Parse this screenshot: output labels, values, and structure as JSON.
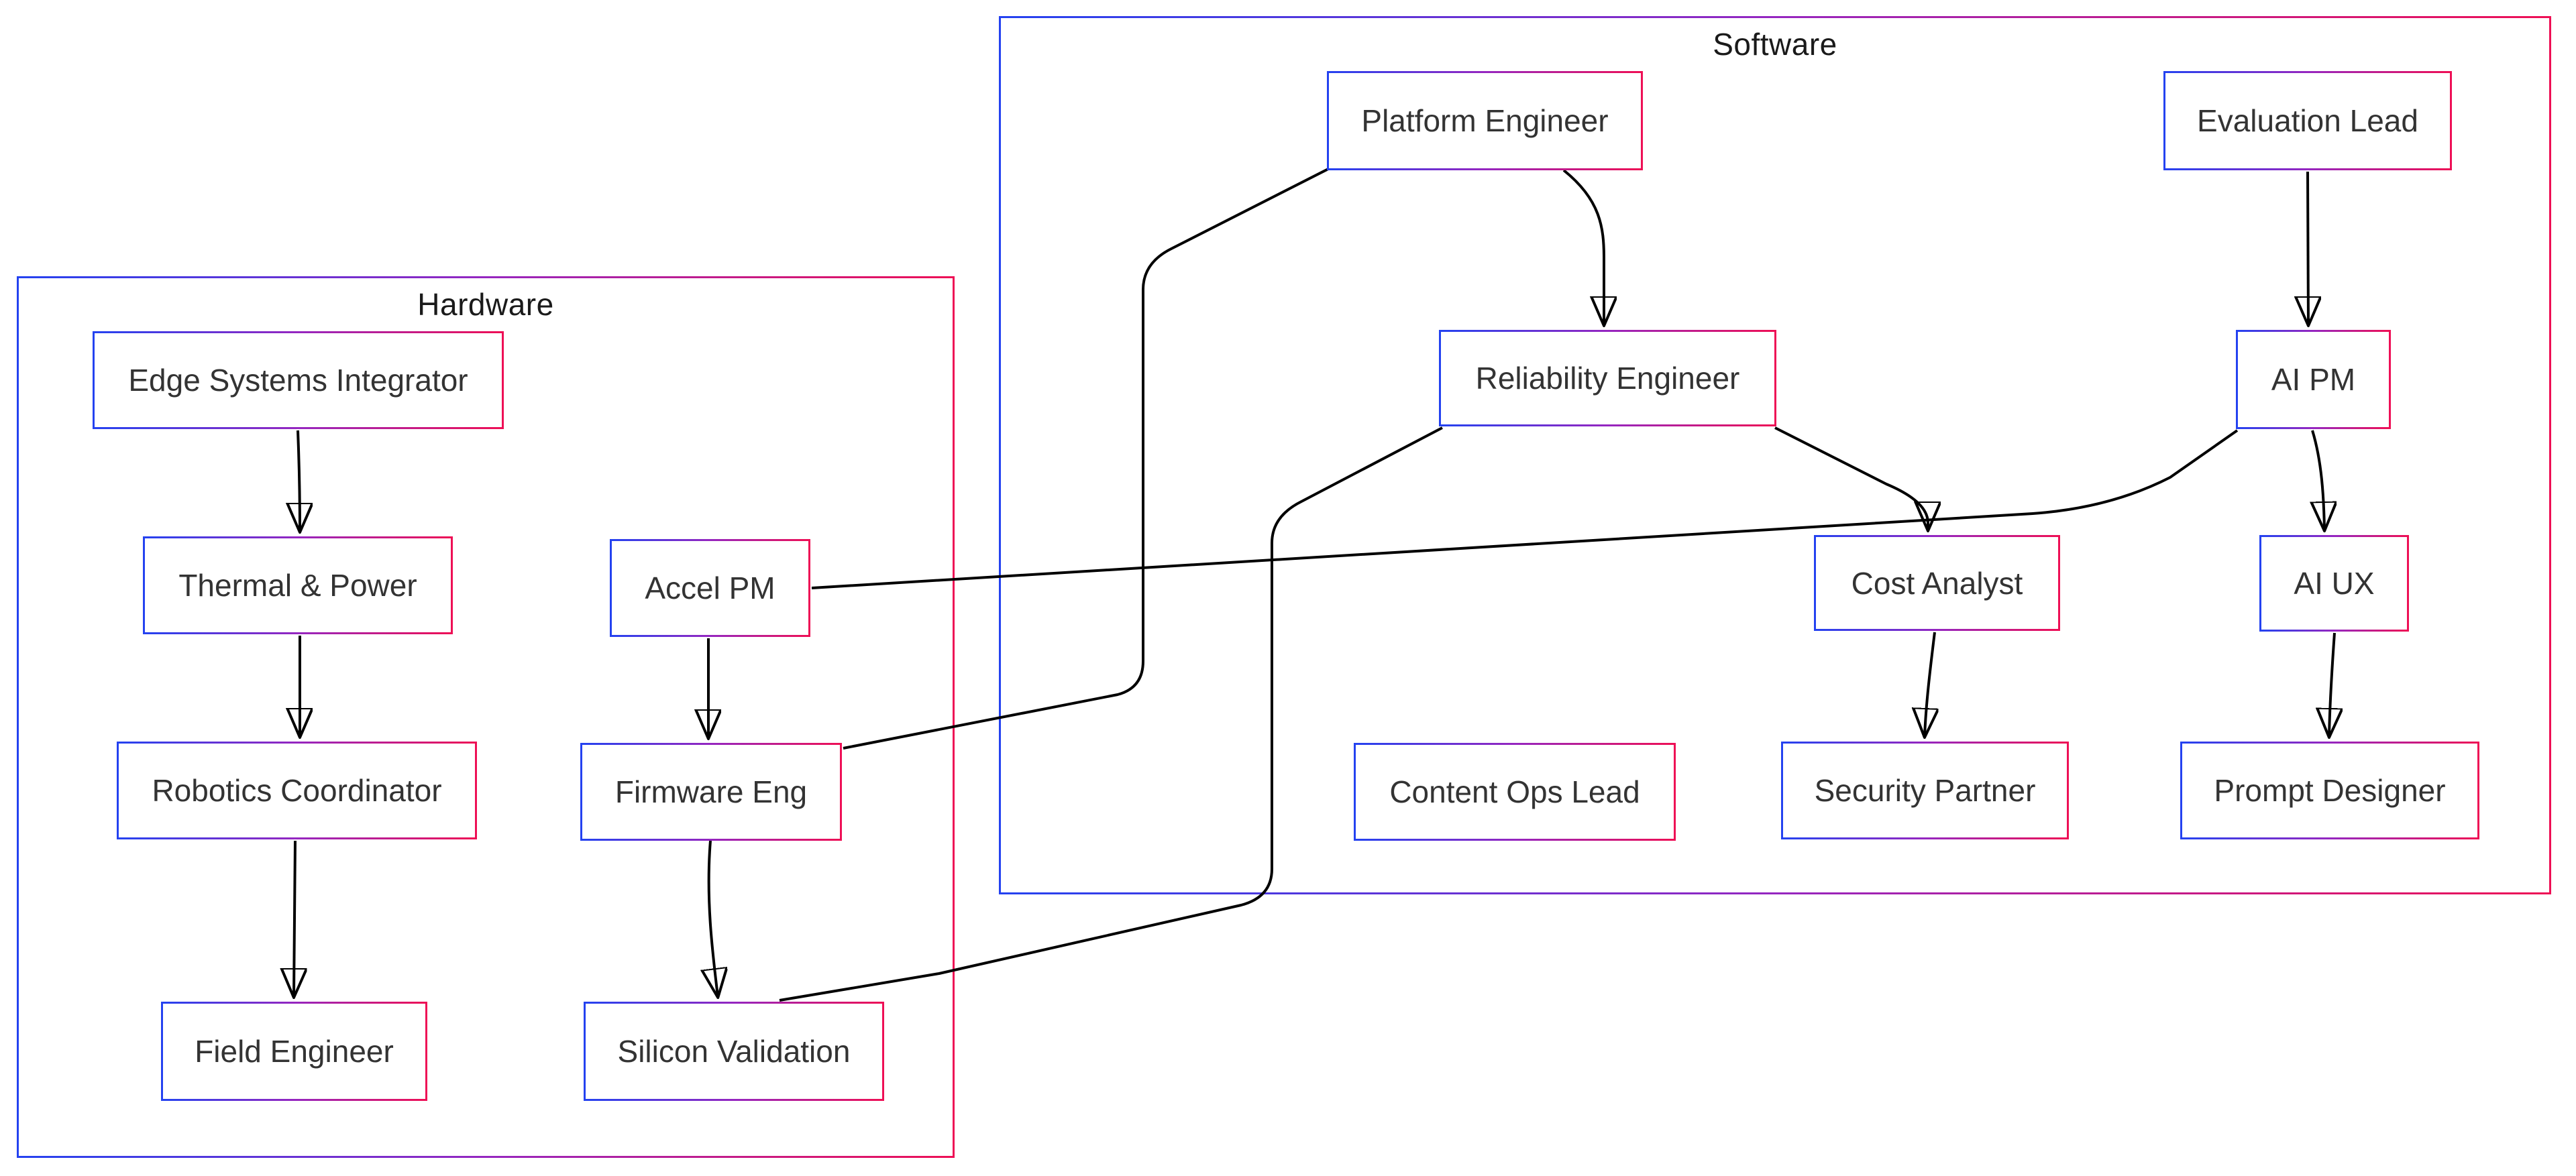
{
  "containers": [
    {
      "id": "hardware",
      "label": "Hardware"
    },
    {
      "id": "software",
      "label": "Software"
    }
  ],
  "nodes": [
    {
      "id": "edge-systems-integrator",
      "label": "Edge Systems Integrator",
      "container": "hardware"
    },
    {
      "id": "thermal-power",
      "label": "Thermal & Power",
      "container": "hardware"
    },
    {
      "id": "robotics-coordinator",
      "label": "Robotics Coordinator",
      "container": "hardware"
    },
    {
      "id": "field-engineer",
      "label": "Field Engineer",
      "container": "hardware"
    },
    {
      "id": "accel-pm",
      "label": "Accel PM",
      "container": "hardware"
    },
    {
      "id": "firmware-eng",
      "label": "Firmware Eng",
      "container": "hardware"
    },
    {
      "id": "silicon-validation",
      "label": "Silicon Validation",
      "container": "hardware"
    },
    {
      "id": "platform-engineer",
      "label": "Platform Engineer",
      "container": "software"
    },
    {
      "id": "reliability-engineer",
      "label": "Reliability Engineer",
      "container": "software"
    },
    {
      "id": "evaluation-lead",
      "label": "Evaluation Lead",
      "container": "software"
    },
    {
      "id": "ai-pm",
      "label": "AI PM",
      "container": "software"
    },
    {
      "id": "cost-analyst",
      "label": "Cost Analyst",
      "container": "software"
    },
    {
      "id": "ai-ux",
      "label": "AI UX",
      "container": "software"
    },
    {
      "id": "content-ops-lead",
      "label": "Content Ops Lead",
      "container": "software"
    },
    {
      "id": "security-partner",
      "label": "Security Partner",
      "container": "software"
    },
    {
      "id": "prompt-designer",
      "label": "Prompt Designer",
      "container": "software"
    }
  ],
  "edges": [
    {
      "from": "edge-systems-integrator",
      "to": "thermal-power",
      "arrow": true
    },
    {
      "from": "thermal-power",
      "to": "robotics-coordinator",
      "arrow": true
    },
    {
      "from": "robotics-coordinator",
      "to": "field-engineer",
      "arrow": true
    },
    {
      "from": "accel-pm",
      "to": "firmware-eng",
      "arrow": true
    },
    {
      "from": "firmware-eng",
      "to": "silicon-validation",
      "arrow": true
    },
    {
      "from": "platform-engineer",
      "to": "reliability-engineer",
      "arrow": true
    },
    {
      "from": "evaluation-lead",
      "to": "ai-pm",
      "arrow": true
    },
    {
      "from": "reliability-engineer",
      "to": "cost-analyst",
      "arrow": true
    },
    {
      "from": "cost-analyst",
      "to": "security-partner",
      "arrow": true
    },
    {
      "from": "ai-pm",
      "to": "ai-ux",
      "arrow": true
    },
    {
      "from": "ai-ux",
      "to": "prompt-designer",
      "arrow": true
    },
    {
      "from": "platform-engineer",
      "to": "firmware-eng",
      "arrow": false
    },
    {
      "from": "accel-pm",
      "to": "ai-pm",
      "arrow": false
    },
    {
      "from": "reliability-engineer",
      "to": "silicon-validation",
      "arrow": false
    }
  ],
  "colors": {
    "border_gradient_start": "#2442f0",
    "border_gradient_mid": "#9526c0",
    "border_gradient_end": "#ee0f55",
    "edge": "#000000",
    "node_text": "#333333",
    "label_text": "#1a1a1a",
    "node_fill": "#ffffff",
    "background": "#ffffff"
  }
}
